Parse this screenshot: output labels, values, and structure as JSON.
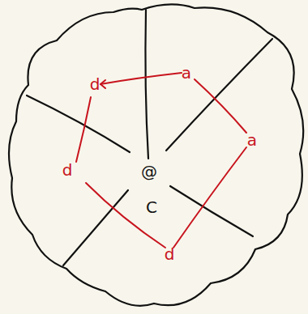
{
  "diagram": {
    "labels": [
      "a",
      "d",
      "a",
      "d",
      "@",
      "C",
      "d"
    ]
  }
}
